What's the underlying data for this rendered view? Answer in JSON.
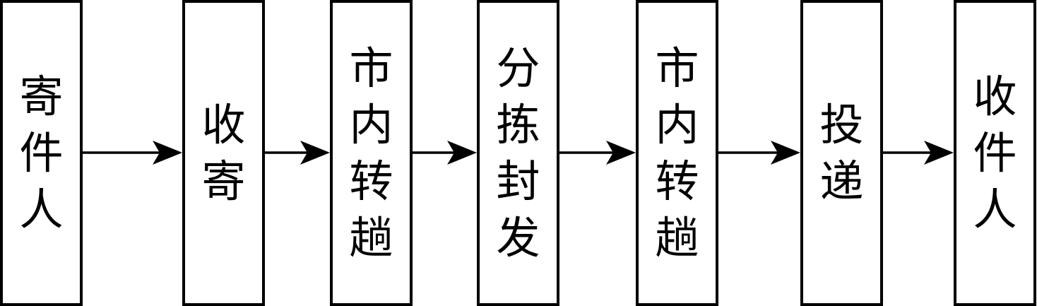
{
  "diagram": {
    "type": "flowchart",
    "direction": "left-to-right",
    "nodes": [
      {
        "id": "sender",
        "label": "寄件人"
      },
      {
        "id": "collect",
        "label": "收寄"
      },
      {
        "id": "city1",
        "label": "市内转趟"
      },
      {
        "id": "sort",
        "label": "分拣封发"
      },
      {
        "id": "city2",
        "label": "市内转趟"
      },
      {
        "id": "deliver",
        "label": "投递"
      },
      {
        "id": "recipient",
        "label": "收件人"
      }
    ],
    "edges": [
      [
        "sender",
        "collect"
      ],
      [
        "collect",
        "city1"
      ],
      [
        "city1",
        "sort"
      ],
      [
        "sort",
        "city2"
      ],
      [
        "city2",
        "deliver"
      ],
      [
        "deliver",
        "recipient"
      ]
    ],
    "colors": {
      "stroke": "#000000",
      "fill": "#ffffff"
    }
  }
}
